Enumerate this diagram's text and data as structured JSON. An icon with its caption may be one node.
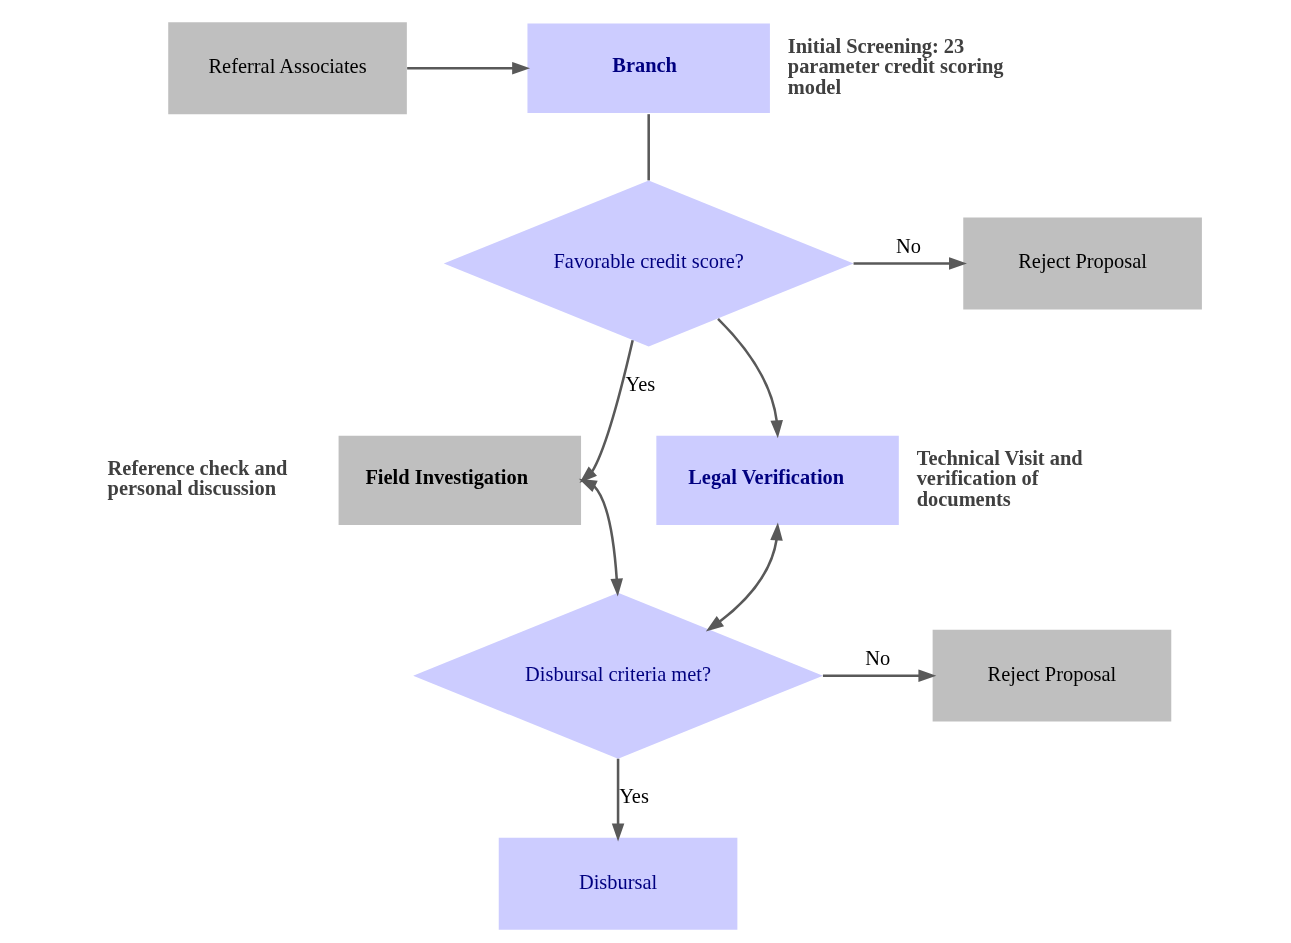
{
  "diagram": {
    "nodes": [
      {
        "text": [
          "Referral Associates"
        ]
      },
      {
        "text": [
          "Branch"
        ],
        "beside": [
          "Initial Screening: 23 parameter credit scoring model"
        ]
      },
      {
        "text": [
          "Favorable credit score?"
        ]
      },
      {
        "text": [
          "Reject Proposal"
        ]
      },
      {
        "text": [
          "Field Investigation"
        ],
        "beside": [
          "Reference check and personal discussion"
        ]
      },
      {
        "text": [
          "Legal Verification"
        ],
        "beside": [
          "Technical Visit and verification of documents"
        ]
      },
      {
        "text": [
          "Disbursal criteria met?"
        ]
      },
      {
        "text": [
          "Reject Proposal"
        ]
      },
      {
        "text": [
          "Disbursal"
        ]
      }
    ],
    "edges": [
      {
        "from": 0,
        "to": 1,
        "arrow": "to"
      },
      {
        "from": 1,
        "to": 2,
        "arrow": "none"
      },
      {
        "from": 2,
        "to": 3,
        "arrow": "to",
        "label": "No"
      },
      {
        "from": 2,
        "to": 4,
        "arrow": "to",
        "label": "Yes"
      },
      {
        "from": 2,
        "to": 5,
        "arrow": "to"
      },
      {
        "from": 4,
        "to": 6,
        "arrow": "both"
      },
      {
        "from": 5,
        "to": 6,
        "arrow": "both"
      },
      {
        "from": 6,
        "to": 7,
        "arrow": "to",
        "label": "No"
      },
      {
        "from": 6,
        "to": 8,
        "arrow": "to",
        "label": "Yes"
      }
    ]
  }
}
